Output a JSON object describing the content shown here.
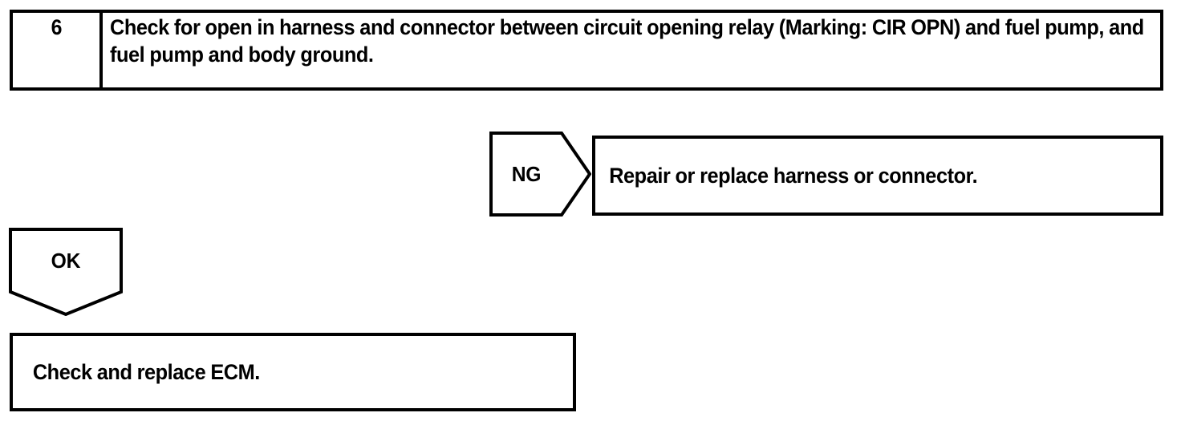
{
  "document": {
    "type": "automotive-diagnostic-flowchart",
    "colors": {
      "stroke": "#000000",
      "background": "#ffffff",
      "text": "#000000"
    }
  },
  "step": {
    "number": "6",
    "instruction": "Check for open in harness and connector between circuit opening relay (Marking: CIR OPN) and fuel pump, and fuel pump and body ground."
  },
  "branches": {
    "ng": {
      "label": "NG",
      "result_text": "Repair or replace harness or connector."
    },
    "ok": {
      "label": "OK",
      "result_text": "Check and replace ECM."
    }
  }
}
